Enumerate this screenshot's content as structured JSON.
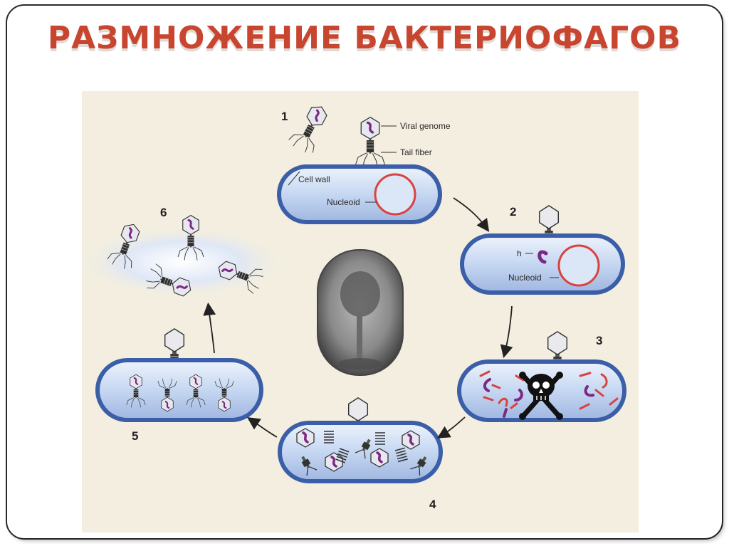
{
  "slide": {
    "title": "РАЗМНОЖЕНИЕ БАКТЕРИОФАГОВ"
  },
  "diagram": {
    "stage_numbers": [
      "1",
      "2",
      "3",
      "4",
      "5",
      "6"
    ],
    "labels": {
      "viral_genome": "Viral genome",
      "tail_fiber": "Tail fiber",
      "cell_wall": "Cell wall",
      "nucleoid_1": "Nucleoid",
      "nucleoid_2": "Nucleoid",
      "host_dna": "h"
    },
    "colors": {
      "title": "#c8452f",
      "cell_fill": "#c9daf3",
      "cell_rim": "#3b5ea8",
      "nucleoid": "#d9433f",
      "genome": "#7b2a83",
      "background": "#f3eedf"
    }
  }
}
